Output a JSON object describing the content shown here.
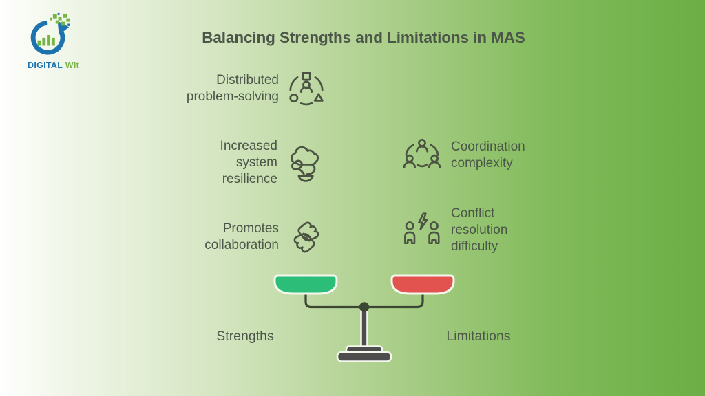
{
  "brand": {
    "word1": "DIGITAL",
    "word2": "WIt",
    "word1_color": "#1e73ae",
    "word2_color": "#76b544"
  },
  "title": "Balancing Strengths and Limitations in MAS",
  "strengths": {
    "label": "Strengths",
    "items": [
      {
        "label": "Distributed\nproblem-solving",
        "icon": "person-network-shapes-icon"
      },
      {
        "label": "Increased\nsystem\nresilience",
        "icon": "resilient-bonsai-cloud-icon"
      },
      {
        "label": "Promotes\ncollaboration",
        "icon": "clasped-hands-icon"
      }
    ]
  },
  "limitations": {
    "label": "Limitations",
    "items": [
      {
        "label": "Coordination\ncomplexity",
        "icon": "team-network-icon"
      },
      {
        "label": "Conflict\nresolution\ndifficulty",
        "icon": "people-conflict-lightning-icon"
      }
    ]
  },
  "scale": {
    "left_pan_color": "#2cbd78",
    "right_pan_color": "#e25350",
    "frame_color": "#3c4733",
    "stand_color": "#4d4d4d",
    "outline_color": "#f3f7ee"
  },
  "colors": {
    "text": "#4b5649",
    "icon_stroke": "#4a5342",
    "background_left": "#fffffe",
    "background_right": "#6dae47"
  }
}
